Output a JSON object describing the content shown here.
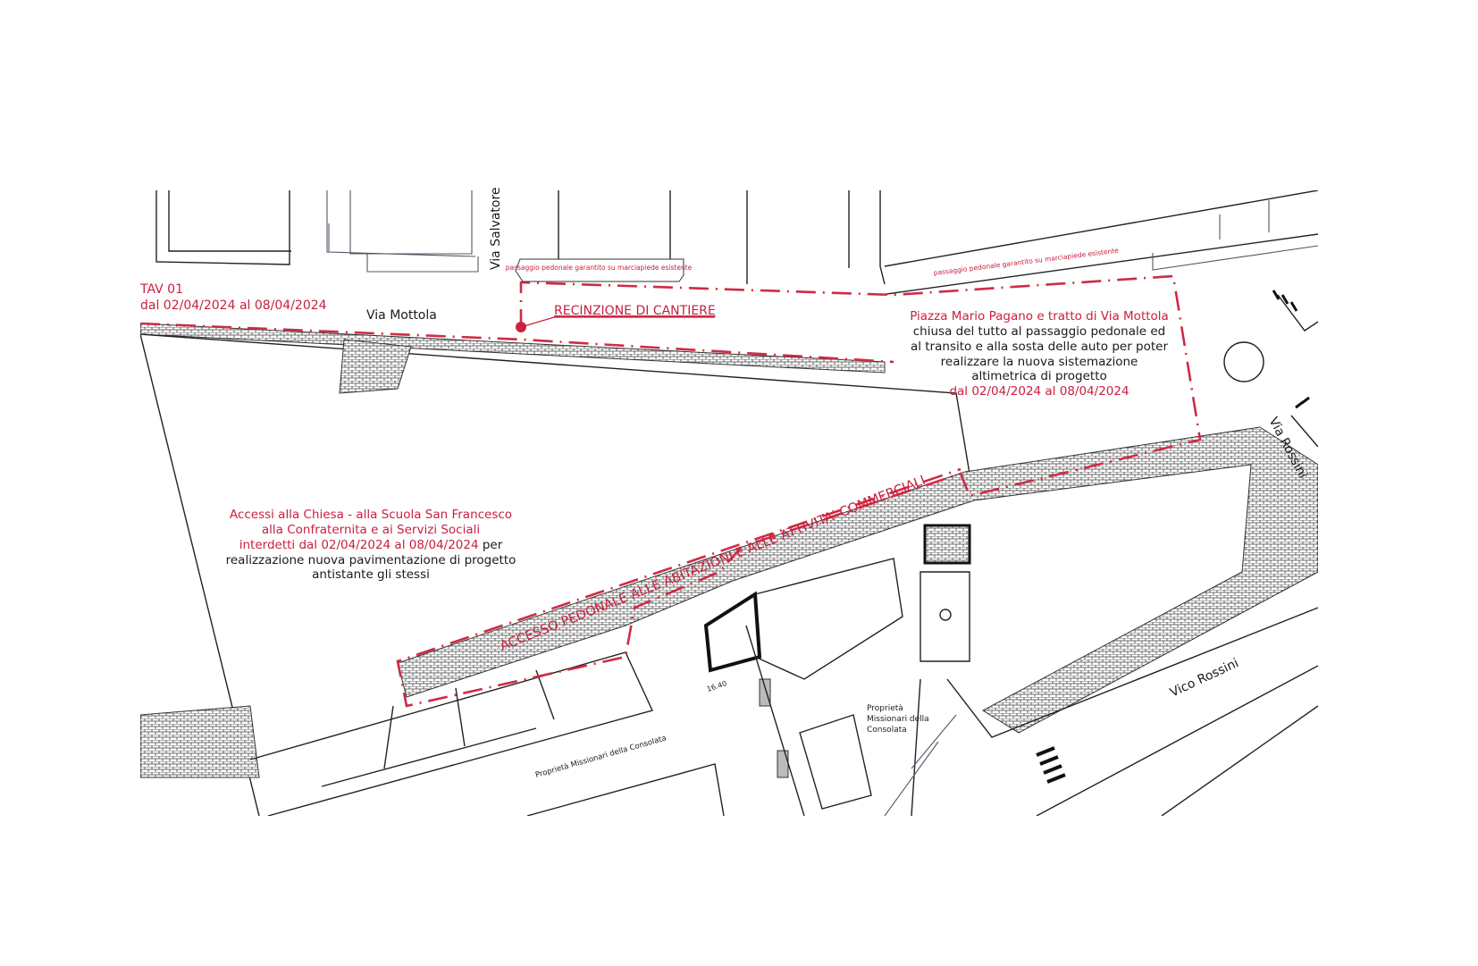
{
  "sheet": {
    "title": "TAV 01",
    "period": "dal 02/04/2024 al 08/04/2024"
  },
  "streets": {
    "via_mottola": "Via Mottola",
    "via_salvatore": "Via Salvatore",
    "via_rossini": "Via Rossini",
    "vico_rossini": "Vico Rossini"
  },
  "notes": {
    "pedestrian_passage_left": "passaggio pedonale garantito su marciapiede esistente",
    "pedestrian_passage_right": "passaggio pedonale garantito su marciapiede esistente",
    "fence_label": "RECINZIONE DI CANTIERE",
    "access_label": "ACCESSO PEDONALE ALLE ABITAZIONI E ALLE ATTIVITA' COMMERCIALI",
    "dimension": "16.40"
  },
  "piazza_block": {
    "line1": "Piazza Mario Pagano e tratto di Via Mottola",
    "line2": "chiusa del tutto al passaggio pedonale ed",
    "line3": "al transito e alla sosta delle auto per poter",
    "line4": "realizzare la nuova sistemazione",
    "line5": "altimetrica di progetto",
    "line6": "dal 02/04/2024 al 08/04/2024"
  },
  "church_block": {
    "line1": "Accessi alla Chiesa - alla Scuola San Francesco",
    "line2": "alla Confraternita e ai Servizi Sociali",
    "line3_red": "interdetti dal 02/04/2024 al 08/04/2024",
    "line3_black": " per",
    "line4": "realizzazione nuova pavimentazione di progetto",
    "line5": "antistante gli stessi"
  },
  "properties": {
    "left": "Proprietà Missionari della Consolata",
    "right_l1": "Proprietà",
    "right_l2": "Missionari della",
    "right_l3": "Consolata"
  },
  "colors": {
    "annotation_red": "#c8203f",
    "linework": "#222222"
  }
}
